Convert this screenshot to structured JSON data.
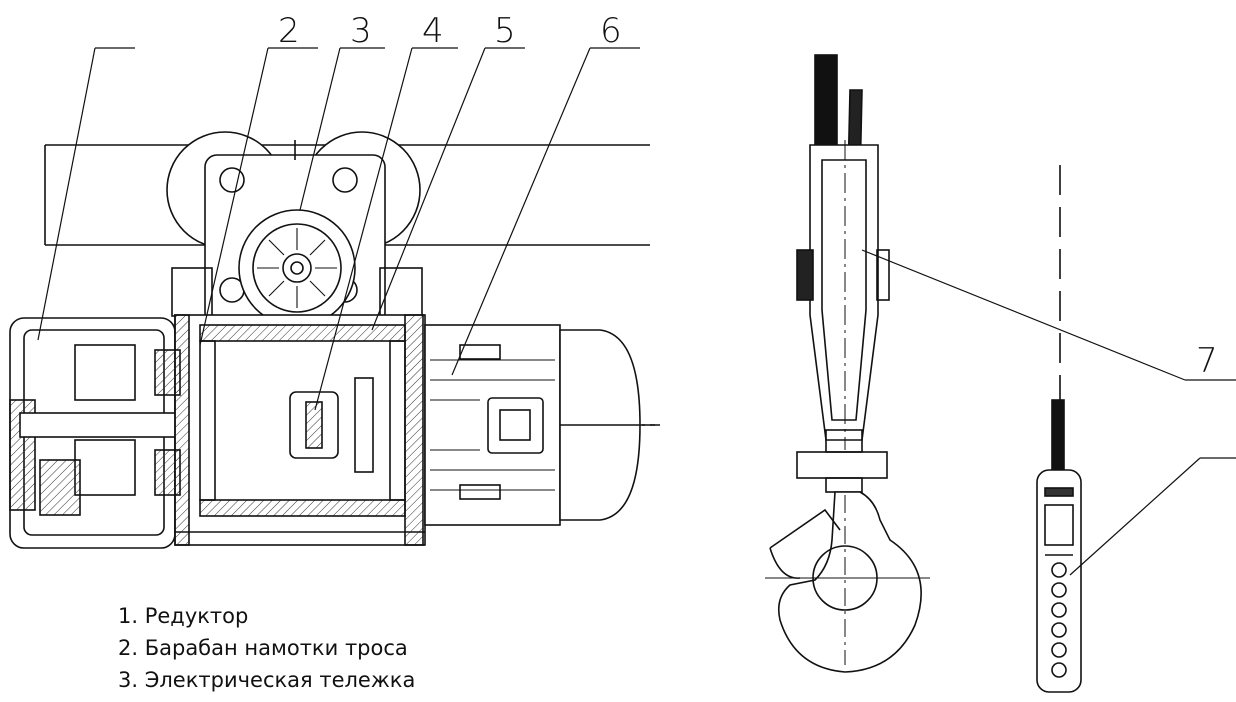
{
  "callouts": [
    "2",
    "3",
    "4",
    "5",
    "6",
    "7"
  ],
  "legend": [
    "1. Редуктор",
    "2. Барабан намотки троса",
    "3. Электрическая тележка"
  ]
}
